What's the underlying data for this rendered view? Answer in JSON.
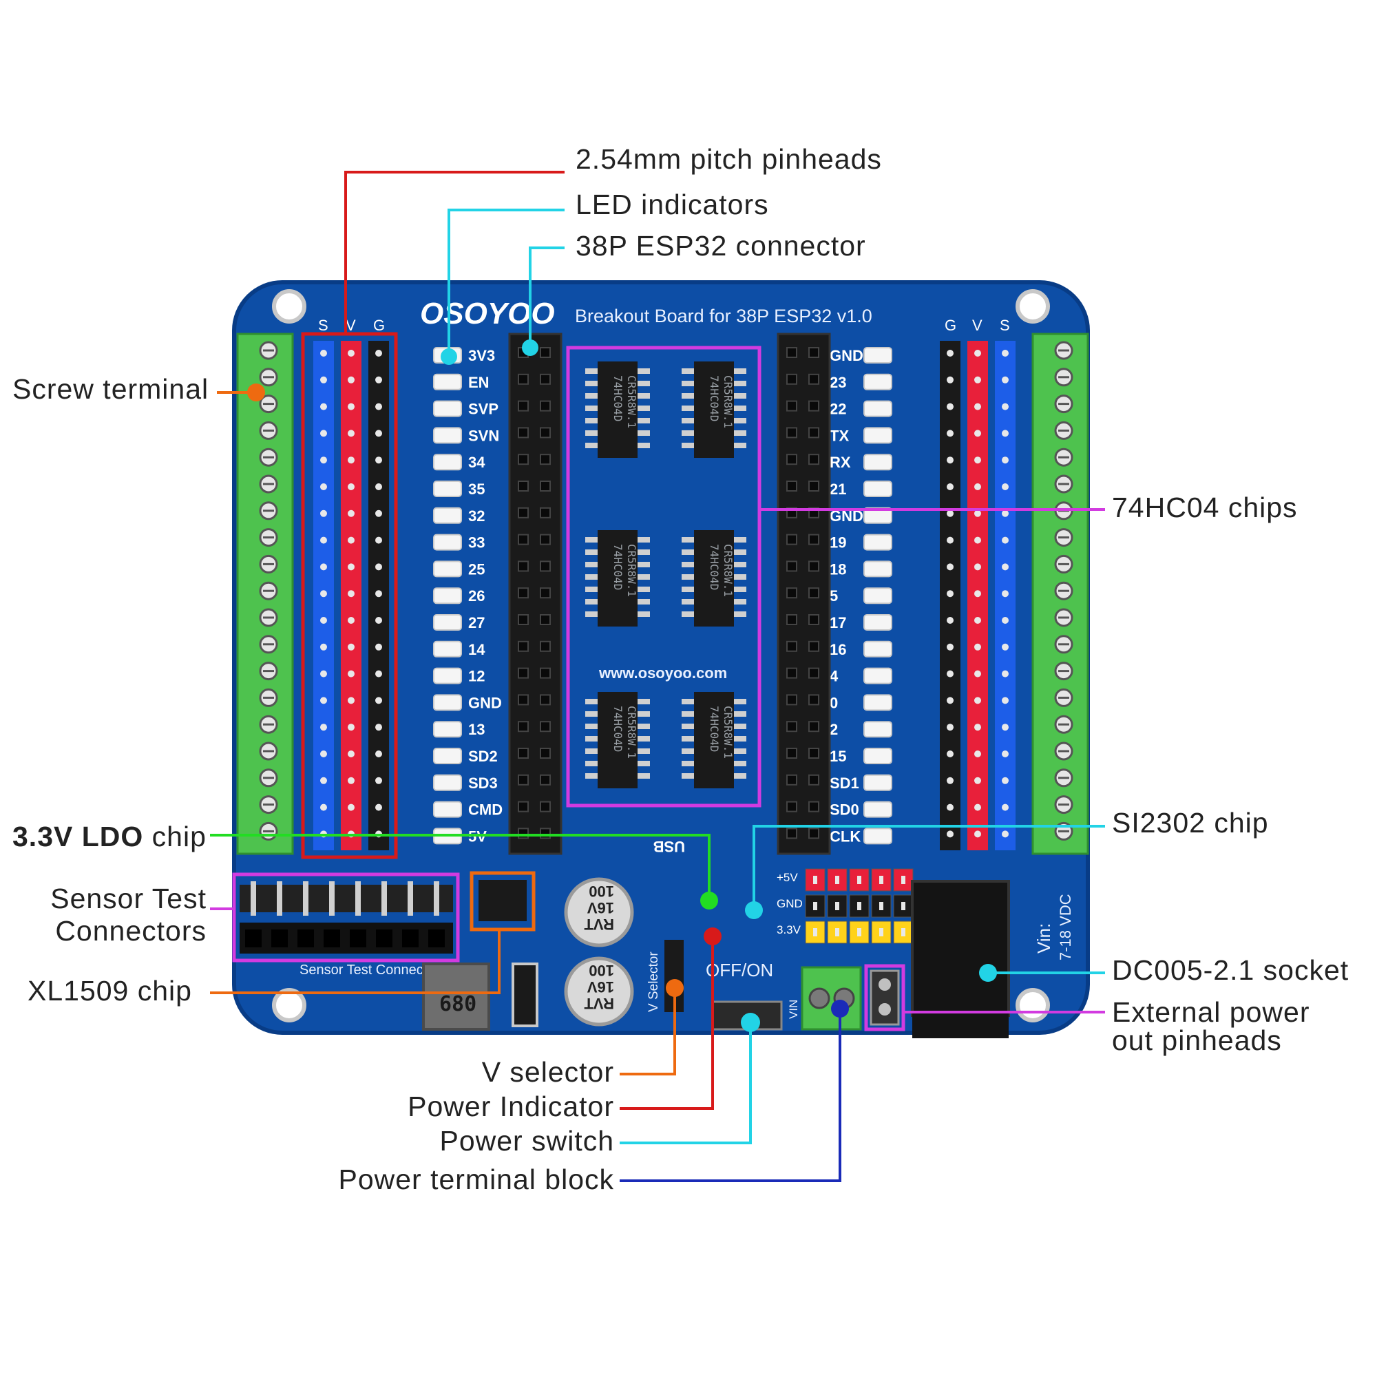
{
  "board": {
    "logo": "OSOYOO",
    "title": "Breakout Board for 38P ESP32 v1.0",
    "website": "www.osoyoo.com",
    "left_header": [
      "S",
      "V",
      "G"
    ],
    "right_header": [
      "G",
      "V",
      "S"
    ],
    "left_pins": [
      "3V3",
      "EN",
      "SVP",
      "SVN",
      "34",
      "35",
      "32",
      "33",
      "25",
      "26",
      "27",
      "14",
      "12",
      "GND",
      "13",
      "SD2",
      "SD3",
      "CMD",
      "5V"
    ],
    "right_pins": [
      "GND",
      "23",
      "22",
      "TX",
      "RX",
      "21",
      "GND",
      "19",
      "18",
      "5",
      "17",
      "16",
      "4",
      "0",
      "2",
      "15",
      "SD1",
      "SD0",
      "CLK"
    ],
    "chip_markings": [
      "74HC04D",
      "CR5R8W.1"
    ],
    "capacitor_markings": [
      "RVT",
      "16V",
      "100"
    ],
    "inductor_marking": "680",
    "usb_label": "USB",
    "power_switch_label": "OFF/ON",
    "v_selector_label": "V Selector",
    "sensor_test_label": "Sensor Test Connector",
    "vin_label": "Vin:",
    "vin_range": "7-18 VDC",
    "power_rail_labels": [
      "+5V",
      "GND",
      "3.3V"
    ],
    "terminal_label": "VIN"
  },
  "callouts": {
    "pinheads": "2.54mm pitch pinheads",
    "led": "LED indicators",
    "esp32": "38P ESP32 connector",
    "screw": "Screw terminal",
    "chips74": "74HC04 chips",
    "ldo_bold": "3.3V LDO",
    "ldo_rest": " chip",
    "si2302": "SI2302 chip",
    "sensor_line1": "Sensor Test",
    "sensor_line2": "Connectors",
    "dc005": "DC005-2.1 socket",
    "xl1509": "XL1509 chip",
    "ext_line1": "External power",
    "ext_line2": "out pinheads",
    "vsel": "V selector",
    "power_ind": "Power Indicator",
    "power_sw": "Power switch",
    "power_term": "Power terminal block"
  },
  "colors": {
    "pcb": "#0d4ea6",
    "pcb_dark": "#083c86",
    "red_line": "#d81a1a",
    "cyan_line": "#22d3e6",
    "magenta_box": "#d23be0",
    "orange_line": "#ee6a10",
    "green_dot": "#22dd22",
    "blue_line": "#1a2bb8",
    "header_blue": "#1d5ee8",
    "header_red": "#e8203a",
    "screw_green": "#4ec24e"
  }
}
